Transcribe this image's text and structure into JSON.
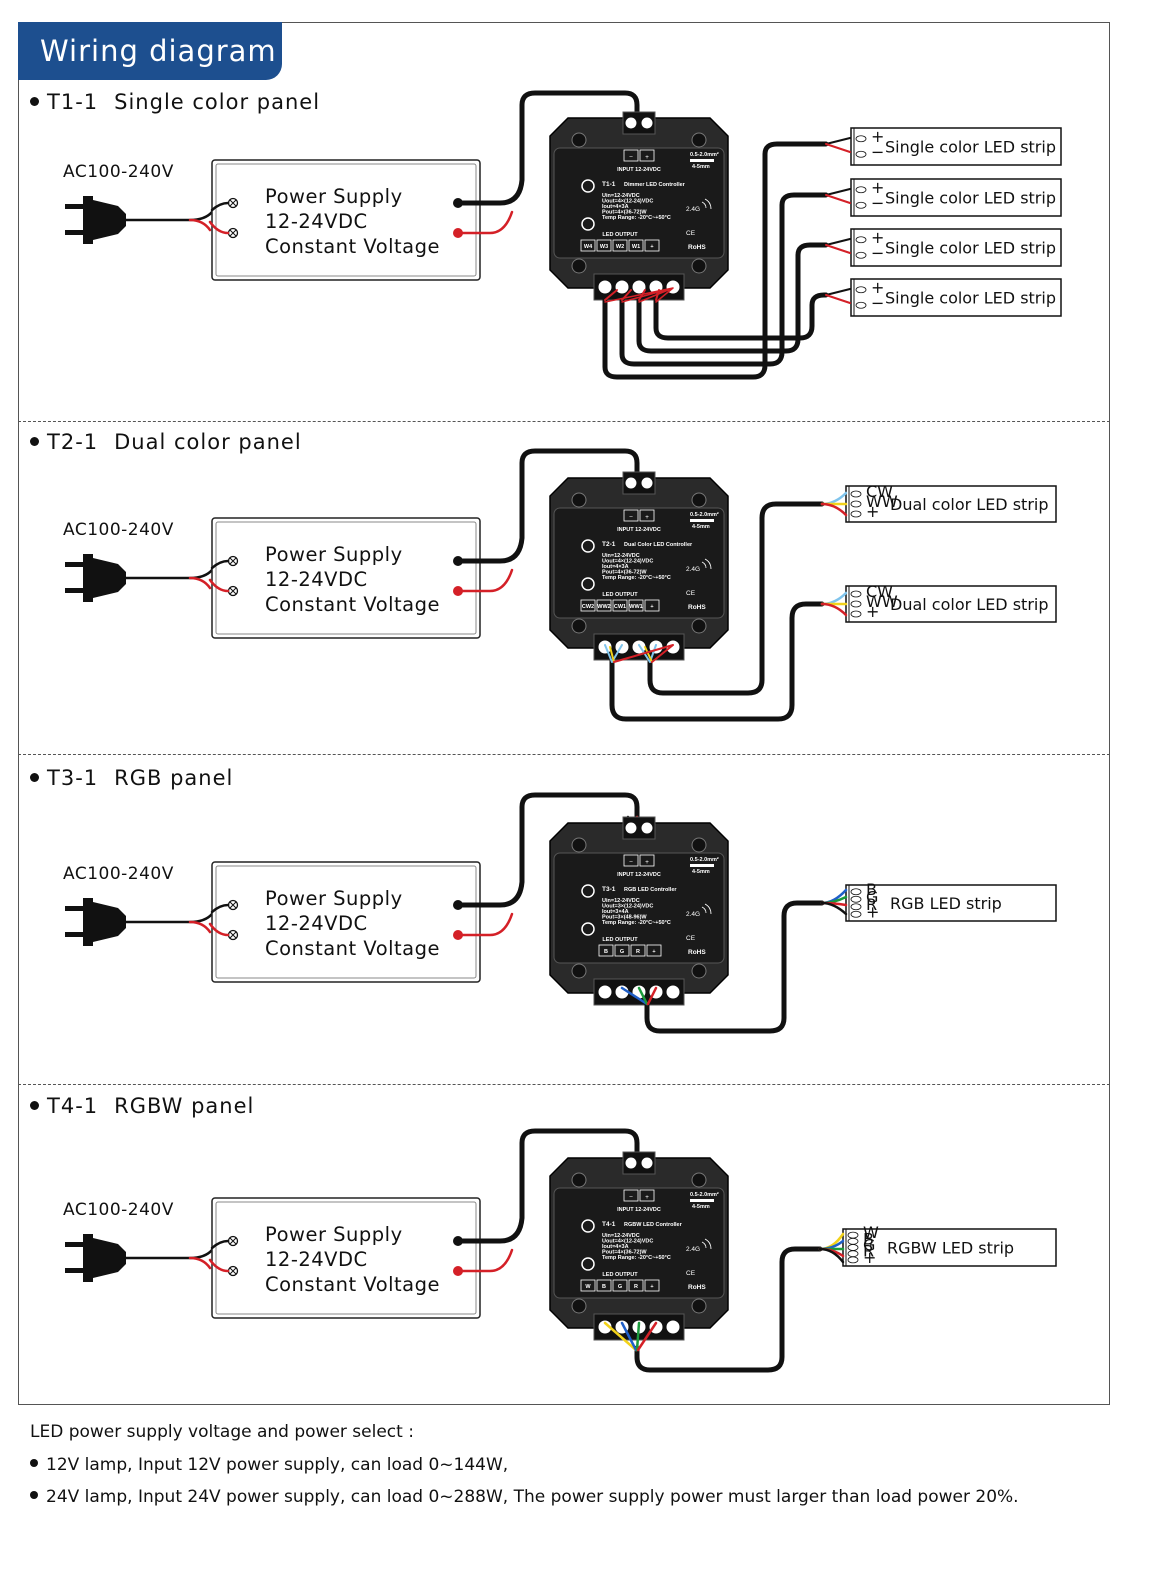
{
  "header": {
    "title": "Wiring diagram"
  },
  "sections": [
    {
      "code": "T1-1",
      "title": "Single color panel",
      "ac": "AC100-240V",
      "psu": [
        "Power Supply",
        "12-24VDC",
        "Constant Voltage"
      ],
      "controller": {
        "input": "INPUT 12-24VDC",
        "model": "T1-1",
        "name": "Dimmer LED Controller",
        "specs": [
          "Uin=12-24VDC",
          "Uout=4×(12-24)VDC",
          "Iout=4×3A",
          "Pout=4×(36-72)W",
          "Temp Range: -20°C~+50°C"
        ],
        "wire": "0.5-2.0mm²",
        "strip_len": "4-5mm",
        "freq": "2.4G",
        "ce": "CE",
        "rohs": "RoHS",
        "output_label": "LED OUTPUT",
        "terminals": [
          "W4",
          "W3",
          "W2",
          "W1",
          "+"
        ]
      },
      "strips": [
        {
          "label": "Single color LED strip",
          "pins": [
            "+",
            "−"
          ]
        },
        {
          "label": "Single color LED strip",
          "pins": [
            "+",
            "−"
          ]
        },
        {
          "label": "Single color LED strip",
          "pins": [
            "+",
            "−"
          ]
        },
        {
          "label": "Single color LED strip",
          "pins": [
            "+",
            "−"
          ]
        }
      ]
    },
    {
      "code": "T2-1",
      "title": "Dual color panel",
      "ac": "AC100-240V",
      "psu": [
        "Power Supply",
        "12-24VDC",
        "Constant Voltage"
      ],
      "controller": {
        "input": "INPUT 12-24VDC",
        "model": "T2-1",
        "name": "Dual Color LED Controller",
        "specs": [
          "Uin=12-24VDC",
          "Uout=4×(12-24)VDC",
          "Iout=4×3A",
          "Pout=4×(36-72)W",
          "Temp Range: -20°C~+50°C"
        ],
        "wire": "0.5-2.0mm²",
        "strip_len": "4-5mm",
        "freq": "2.4G",
        "ce": "CE",
        "rohs": "RoHS",
        "output_label": "LED OUTPUT",
        "terminals": [
          "CW2",
          "WW2",
          "CW1",
          "WW1",
          "+"
        ]
      },
      "strips": [
        {
          "label": "Dual color LED strip",
          "pins": [
            "CW",
            "WW",
            "+"
          ]
        },
        {
          "label": "Dual color LED strip",
          "pins": [
            "CW",
            "WW",
            "+"
          ]
        }
      ]
    },
    {
      "code": "T3-1",
      "title": "RGB panel",
      "ac": "AC100-240V",
      "psu": [
        "Power Supply",
        "12-24VDC",
        "Constant Voltage"
      ],
      "controller": {
        "input": "INPUT 12-24VDC",
        "model": "T3-1",
        "name": "RGB LED Controller",
        "specs": [
          "Uin=12-24VDC",
          "Uout=3×(12-24)VDC",
          "Iout=3×4A",
          "Pout=3×(48-96)W",
          "Temp Range: -20°C~+50°C"
        ],
        "wire": "0.5-2.0mm²",
        "strip_len": "4-5mm",
        "freq": "2.4G",
        "ce": "CE",
        "rohs": "RoHS",
        "output_label": "LED OUTPUT",
        "terminals": [
          "B",
          "G",
          "R",
          "+"
        ]
      },
      "strips": [
        {
          "label": "RGB LED strip",
          "pins": [
            "B",
            "G",
            "R",
            "+"
          ]
        }
      ]
    },
    {
      "code": "T4-1",
      "title": "RGBW panel",
      "ac": "AC100-240V",
      "psu": [
        "Power Supply",
        "12-24VDC",
        "Constant Voltage"
      ],
      "controller": {
        "input": "INPUT 12-24VDC",
        "model": "T4-1",
        "name": "RGBW LED Controller",
        "specs": [
          "Uin=12-24VDC",
          "Uout=4×(12-24)VDC",
          "Iout=4×3A",
          "Pout=4×(36-72)W",
          "Temp Range: -20°C~+50°C"
        ],
        "wire": "0.5-2.0mm²",
        "strip_len": "4-5mm",
        "freq": "2.4G",
        "ce": "CE",
        "rohs": "RoHS",
        "output_label": "LED OUTPUT",
        "terminals": [
          "W",
          "B",
          "G",
          "R",
          "+"
        ]
      },
      "strips": [
        {
          "label": "RGBW LED strip",
          "pins": [
            "W",
            "B",
            "G",
            "R",
            "+"
          ]
        }
      ]
    }
  ],
  "notes": {
    "title": "LED power supply voltage and power select :",
    "items": [
      "12V lamp, Input 12V power supply, can load 0~144W,",
      "24V lamp, Input 24V power supply, can load 0~288W, The power supply power must larger than load power 20%."
    ]
  },
  "colors": {
    "header_bg": "#1d4f8f",
    "wire_black": "#111111",
    "wire_red": "#d42027",
    "wire_blue": "#1f5fc8",
    "wire_green": "#1b9a3c",
    "wire_yellow": "#f2d21a",
    "wire_lightblue": "#7fc4ec",
    "controller_body": "#2a2a2a"
  }
}
